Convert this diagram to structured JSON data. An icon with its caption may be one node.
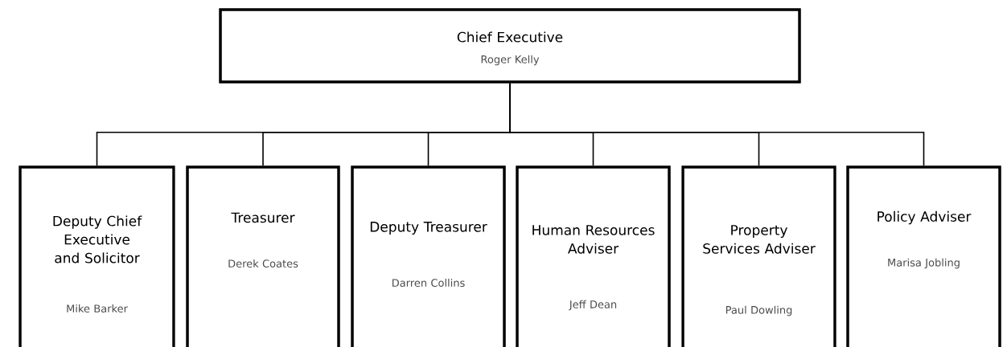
{
  "diagram": {
    "nodes": [
      {
        "text": [
          "Chief Executive",
          "Roger Kelly"
        ]
      },
      {
        "text": [
          "Deputy Chief Executive and Solicitor",
          "Mike Barker"
        ]
      },
      {
        "text": [
          "Treasurer",
          "Derek Coates"
        ]
      },
      {
        "text": [
          "Deputy Treasurer",
          "Darren Collins"
        ]
      },
      {
        "text": [
          "Human Resources Adviser",
          "Jeff Dean"
        ]
      },
      {
        "text": [
          "Property Services Adviser",
          "Paul Dowling"
        ]
      },
      {
        "text": [
          "Policy Adviser",
          "Marisa Jobling"
        ]
      }
    ],
    "edges": [
      {
        "from": 0,
        "to": 1,
        "arrow": "none"
      },
      {
        "from": 0,
        "to": 2,
        "arrow": "none"
      },
      {
        "from": 0,
        "to": 3,
        "arrow": "none"
      },
      {
        "from": 0,
        "to": 4,
        "arrow": "none"
      },
      {
        "from": 0,
        "to": 5,
        "arrow": "none"
      },
      {
        "from": 0,
        "to": 6,
        "arrow": "none"
      }
    ]
  }
}
